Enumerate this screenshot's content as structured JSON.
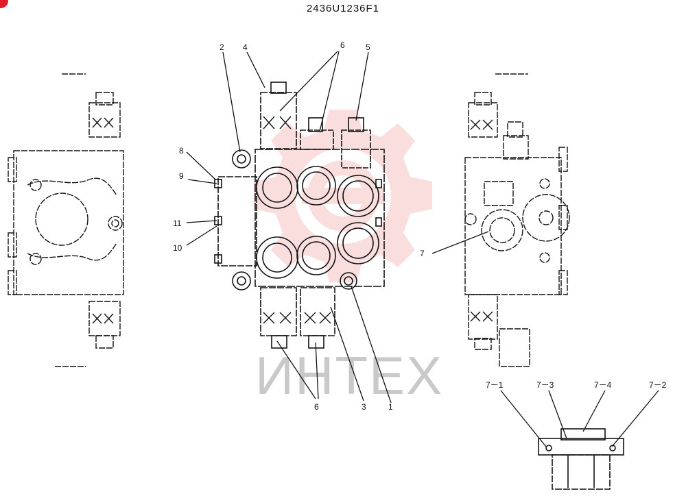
{
  "drawing_number": "2436U1236F1",
  "watermark": {
    "text": "ИНТЕХ",
    "color": "#f6c2c2"
  },
  "callouts": {
    "c1": "1",
    "c2": "2",
    "c3": "3",
    "c4": "4",
    "c5": "5",
    "c6a": "6",
    "c6b": "6",
    "c7": "7",
    "c8": "8",
    "c9": "9",
    "c10": "10",
    "c11": "11",
    "c7_1": "7－1",
    "c7_2": "7－2",
    "c7_3": "7－3",
    "c7_4": "7－4"
  },
  "colors": {
    "line": "#111111",
    "badge": "#e0192b"
  }
}
